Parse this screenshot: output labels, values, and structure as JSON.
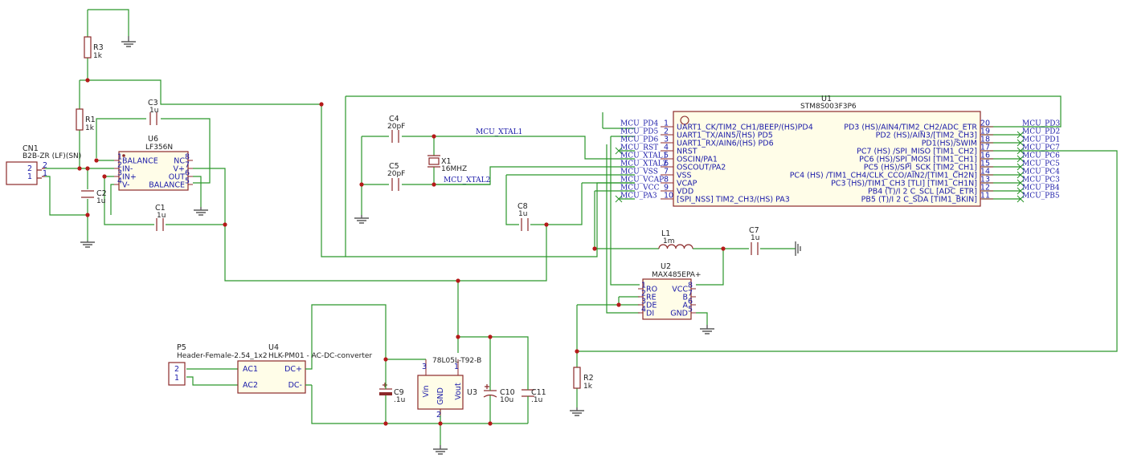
{
  "components": {
    "R3": {
      "ref": "R3",
      "value": "1k"
    },
    "R1": {
      "ref": "R1",
      "value": "1k"
    },
    "R2": {
      "ref": "R2",
      "value": "1k"
    },
    "C2": {
      "ref": "C2",
      "value": "1u"
    },
    "C3": {
      "ref": "C3",
      "value": "1u"
    },
    "C1": {
      "ref": "C1",
      "value": "1u"
    },
    "C4": {
      "ref": "C4",
      "value": "20pF"
    },
    "C5": {
      "ref": "C5",
      "value": "20pF"
    },
    "C8": {
      "ref": "C8",
      "value": "1u"
    },
    "C7": {
      "ref": "C7",
      "value": "1u"
    },
    "C9": {
      "ref": "C9",
      "value": ".1u"
    },
    "C10": {
      "ref": "C10",
      "value": "10u"
    },
    "C11": {
      "ref": "C11",
      "value": ".1u"
    },
    "L1": {
      "ref": "L1",
      "value": "1m"
    },
    "X1": {
      "ref": "X1",
      "value": "16MHZ"
    },
    "CN1": {
      "ref": "CN1",
      "value": "B2B-ZR (LF)(SN)",
      "pins": [
        "2",
        "1"
      ]
    },
    "P5": {
      "ref": "P5",
      "value": "Header-Female-2.54_1x2",
      "pins": [
        "2",
        "1"
      ]
    },
    "U4": {
      "ref": "U4",
      "value": "HLK-PM01 - AC-DC-converter",
      "pins": [
        "AC1",
        "AC2",
        "DC+",
        "DC-"
      ]
    },
    "U3": {
      "ref": "U3",
      "value": "78L05L-T92-B",
      "pins": [
        "Vin",
        "GND",
        "Vout"
      ],
      "pin_numbers": [
        "3",
        "2",
        "1"
      ]
    },
    "U6": {
      "ref": "U6",
      "value": "LF356N",
      "left_pins": [
        {
          "num": "1",
          "name": "BALANCE"
        },
        {
          "num": "2",
          "name": "IN-"
        },
        {
          "num": "3",
          "name": "IN+"
        },
        {
          "num": "4",
          "name": "V-"
        }
      ],
      "right_pins": [
        {
          "num": "8",
          "name": "NC"
        },
        {
          "num": "7",
          "name": "V+"
        },
        {
          "num": "6",
          "name": "OUT"
        },
        {
          "num": "5",
          "name": "BALANCE"
        }
      ]
    },
    "U2": {
      "ref": "U2",
      "value": "MAX485EPA+",
      "left_pins": [
        {
          "num": "1",
          "name": "RO"
        },
        {
          "num": "2",
          "name": "RE"
        },
        {
          "num": "3",
          "name": "DE"
        },
        {
          "num": "4",
          "name": "DI"
        }
      ],
      "right_pins": [
        {
          "num": "8",
          "name": "VCC"
        },
        {
          "num": "7",
          "name": "B"
        },
        {
          "num": "6",
          "name": "A"
        },
        {
          "num": "5",
          "name": "GND"
        }
      ]
    },
    "U1": {
      "ref": "U1",
      "value": "STM8S003F3P6",
      "left_pins": [
        {
          "num": "1",
          "name": "UART1_CK/TIM2_CH1/BEEP/(HS)PD4"
        },
        {
          "num": "2",
          "name": "UART1_TX/AIN5/(HS) PD5"
        },
        {
          "num": "3",
          "name": "UART1_RX/AIN6/(HS) PD6"
        },
        {
          "num": "4",
          "name": "NRST"
        },
        {
          "num": "5",
          "name": "OSCIN/PA1"
        },
        {
          "num": "6",
          "name": "OSCOUT/PA2"
        },
        {
          "num": "7",
          "name": "VSS"
        },
        {
          "num": "8",
          "name": "VCAP"
        },
        {
          "num": "9",
          "name": "VDD"
        },
        {
          "num": "10",
          "name": "[SPI_NSS] TIM2_CH3/(HS) PA3"
        }
      ],
      "right_pins": [
        {
          "num": "20",
          "name": "PD3 (HS)/AIN4/TIM2_CH2/ADC_ETR"
        },
        {
          "num": "19",
          "name": "PD2 (HS)/AIN3/[TIM2_CH3]"
        },
        {
          "num": "18",
          "name": "PD1(HS)/SWIM"
        },
        {
          "num": "17",
          "name": "PC7 (HS) /SPI_MISO [TIM1_CH2]"
        },
        {
          "num": "16",
          "name": "PC6 (HS)/SPI_MOSI [TIM1_CH1]"
        },
        {
          "num": "15",
          "name": "PC5 (HS)/SPI_SCK [TIM2_CH1]"
        },
        {
          "num": "14",
          "name": "PC4 (HS) /TIM1_CH4/CLK_CCO/AIN2/[TIM1_CH2N]"
        },
        {
          "num": "13",
          "name": "PC3 (HS)/TIM1_CH3 [TLI] [TIM1_CH1N]"
        },
        {
          "num": "12",
          "name": "PB4 (T)/I 2 C_SCL [ADC_ETR]"
        },
        {
          "num": "11",
          "name": "PB5 (T)/I 2 C_SDA [TIM1_BKIN]"
        }
      ]
    }
  },
  "net_labels": {
    "left": [
      "MCU_PD4",
      "MCU_PD5",
      "MCU_PD6",
      "MCU_RST",
      "MCU_XTAL1",
      "MCU_XTAL2",
      "MCU_VSS",
      "MCU_VCAP",
      "MCU_VCC",
      "MCU_PA3"
    ],
    "right": [
      "MCU_PD3",
      "MCU_PD2",
      "MCU_PD1",
      "MCU_PC7",
      "MCU_PC6",
      "MCU_PC5",
      "MCU_PC4",
      "MCU_PC3",
      "MCU_PB4",
      "MCU_PB5"
    ],
    "xtal1": "MCU_XTAL1",
    "xtal2": "MCU_XTAL2"
  },
  "colors": {
    "wire": "#2b962b",
    "component": "#8c2a2a",
    "pin_text": "#1a1aa8",
    "junction": "#b51a1a",
    "background": "#ffffff"
  }
}
